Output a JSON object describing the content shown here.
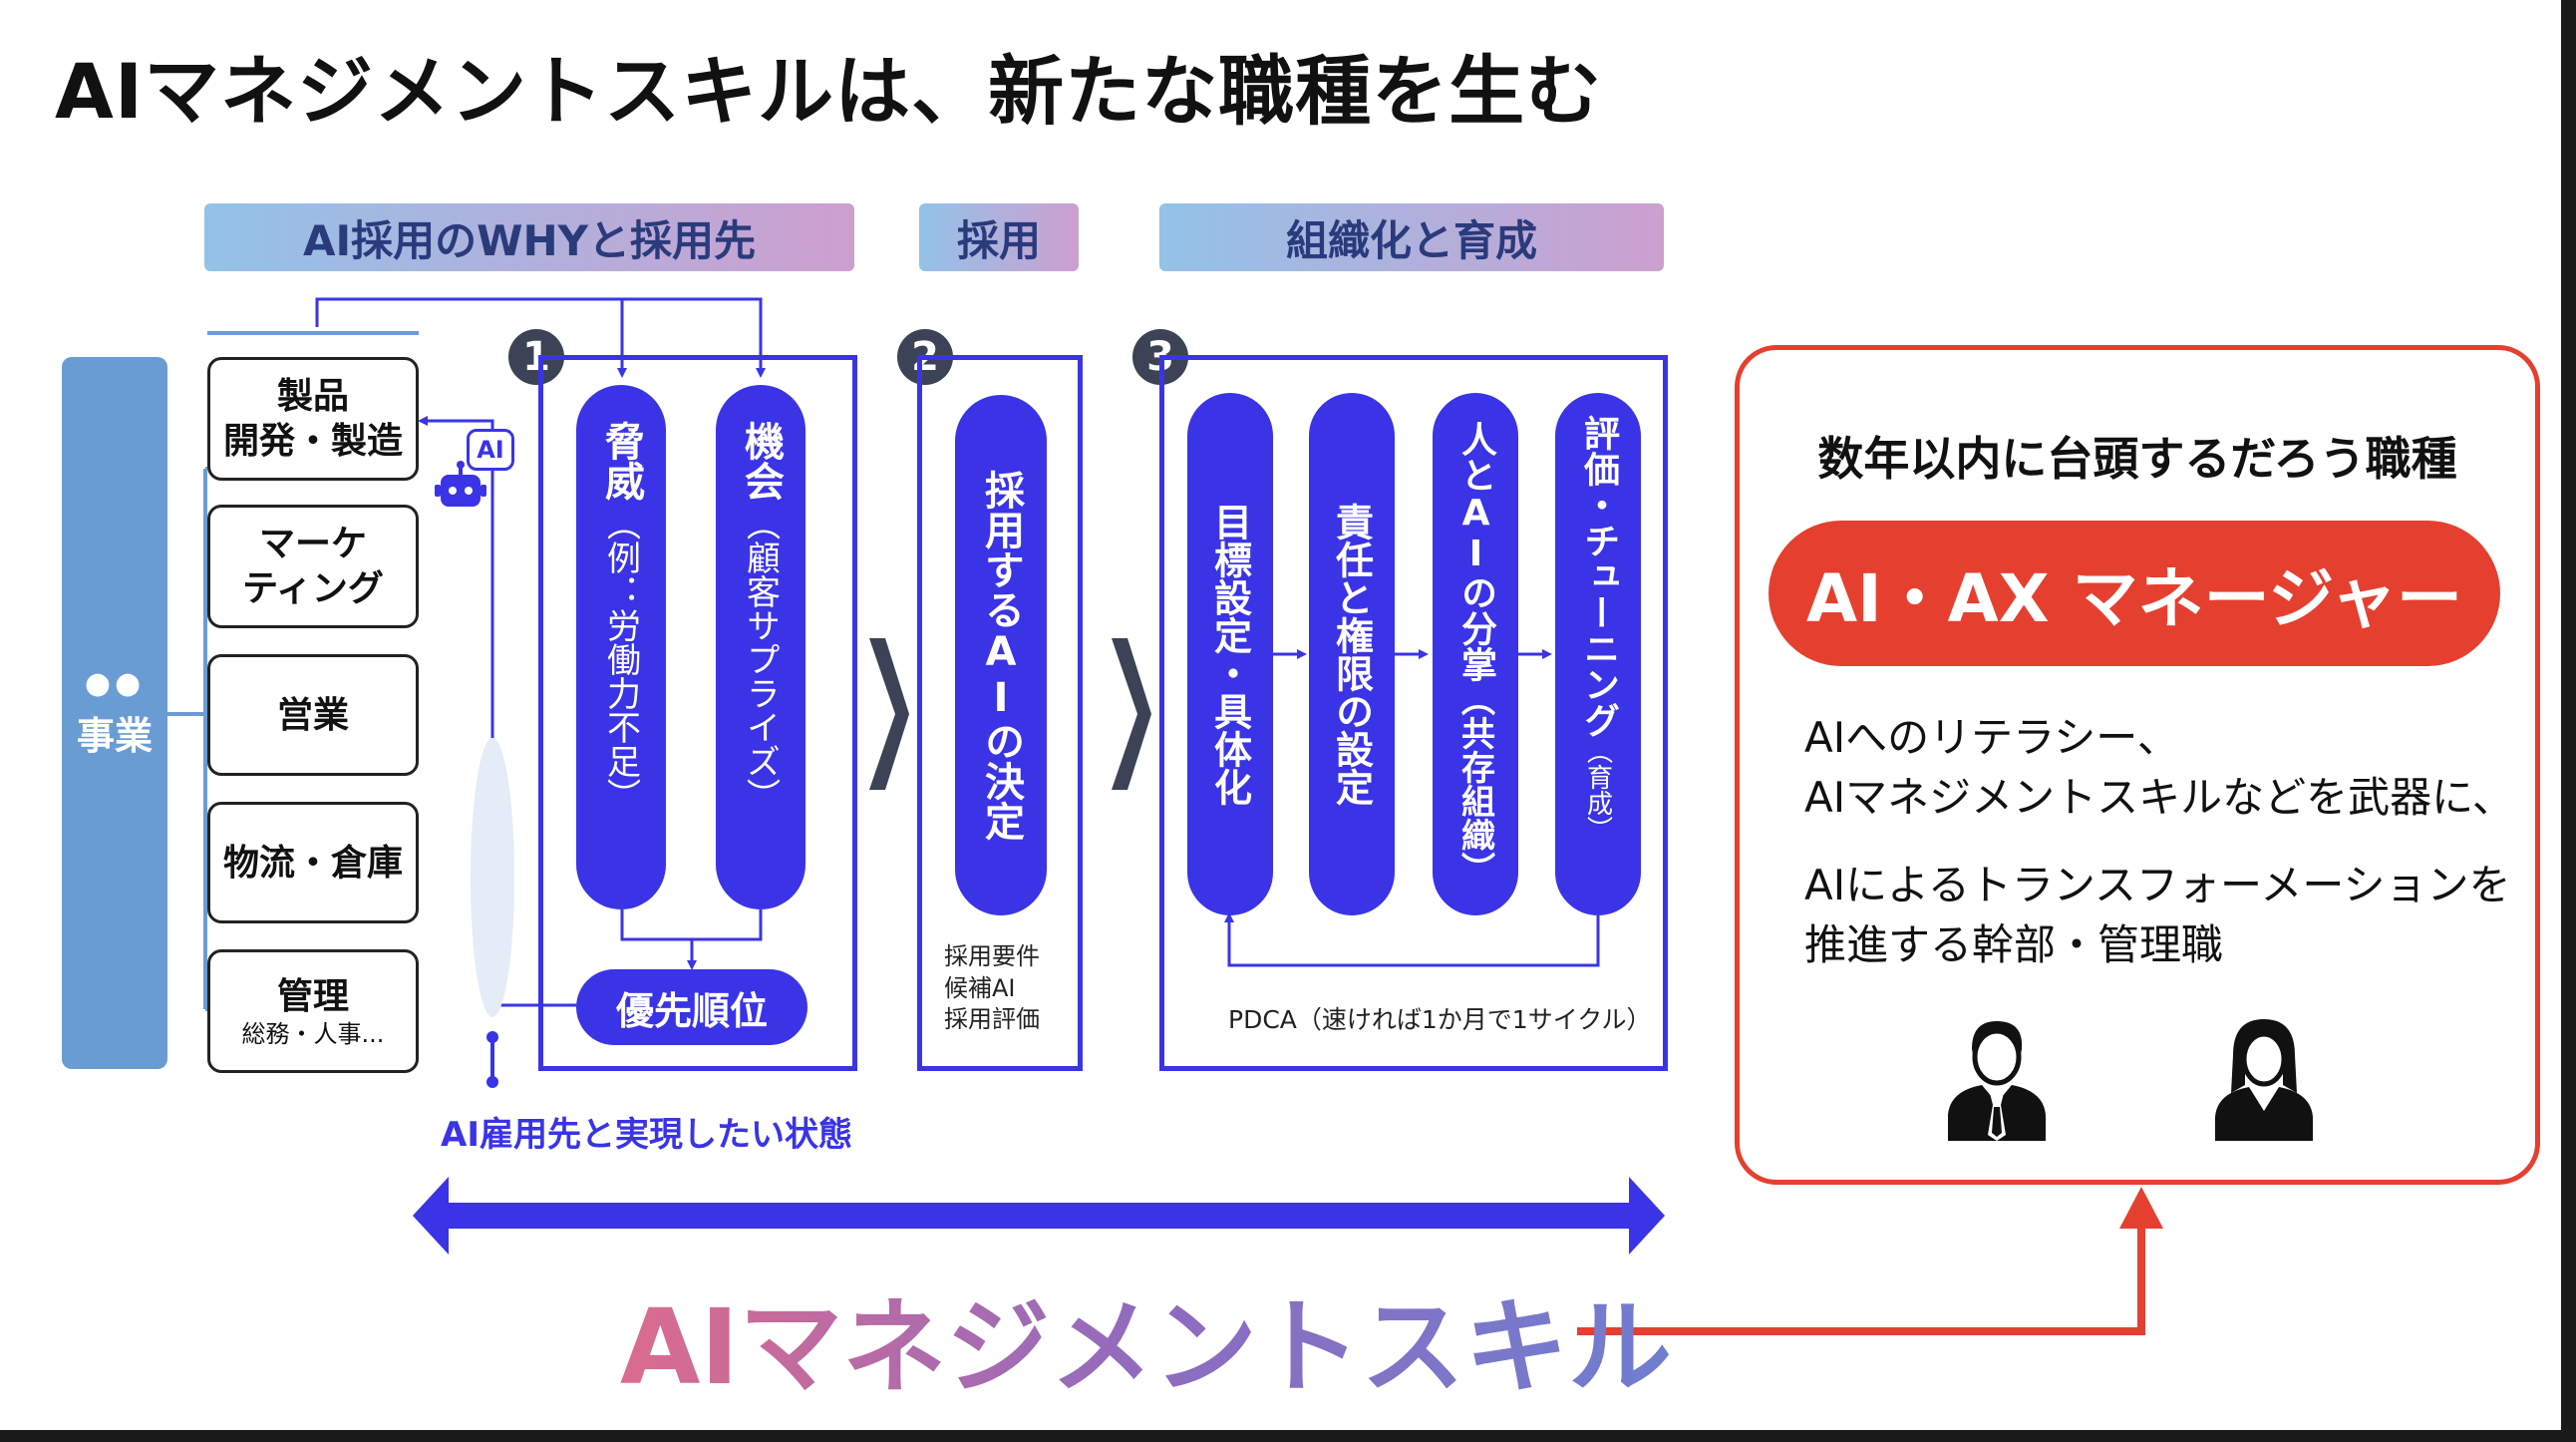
{
  "title": "AIマネジメントスキルは、新たな職種を生む",
  "headers": {
    "why": "AI採用のWHYと採用先",
    "saiyou": "採用",
    "soshiki": "組織化と育成"
  },
  "business": {
    "dots": "●●",
    "label": "事業"
  },
  "departments": [
    {
      "line1": "製品",
      "line2": "開発・製造"
    },
    {
      "line1": "マーケ",
      "line2": "ティング"
    },
    {
      "line1": "営業"
    },
    {
      "line1": "物流・倉庫"
    },
    {
      "line1": "管理",
      "sub": "総務・人事..."
    }
  ],
  "ai_badge": "AI",
  "step_numbers": [
    "1",
    "2",
    "3"
  ],
  "step1": {
    "threat": {
      "main": "脅威",
      "sub": "（例：労働力不足）"
    },
    "opportunity": {
      "main": "機会",
      "sub": "（顧客サプライズ）"
    },
    "priority": "優先順位"
  },
  "step2": {
    "pill": "採用するAIの決定",
    "notes": [
      "採用要件",
      "候補AI",
      "採用評価"
    ]
  },
  "step3": {
    "pills": [
      {
        "main": "目標設定・具体化"
      },
      {
        "main": "責任と権限の設定"
      },
      {
        "main": "人とAIの分掌",
        "sub": "（共存組織）"
      },
      {
        "main": "評価・チューニング",
        "sub": "（育成）"
      }
    ],
    "pdca": "PDCA（速ければ1か月で1サイクル）"
  },
  "ai_target_label": "AI雇用先と実現したい状態",
  "big_label": "AIマネジメントスキル",
  "right": {
    "heading": "数年以内に台頭するだろう職種",
    "role": "AI・AX マネージャー",
    "desc": [
      "AIへのリテラシー、",
      "AIマネジメントスキルなどを武器に、",
      "AIによるトランスフォーメーションを",
      "推進する幹部・管理職"
    ]
  },
  "colors": {
    "accent": "#3a34e6",
    "red": "#e5402f",
    "business": "#6a9cd4"
  }
}
